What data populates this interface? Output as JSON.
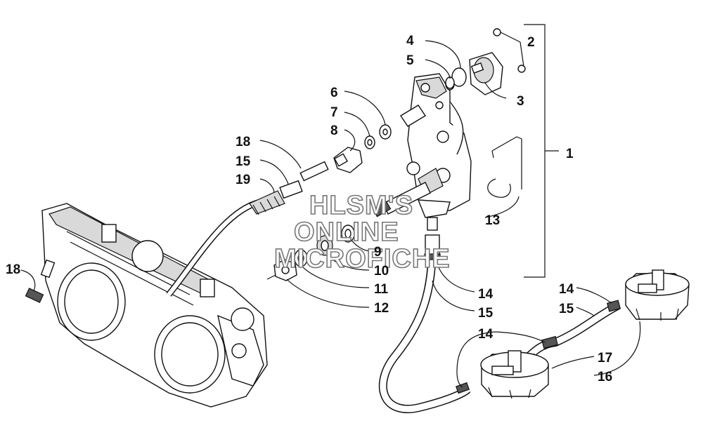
{
  "diagram": {
    "watermark_lines": [
      "HLSM'S",
      "ONLINE",
      "MICROFICHE"
    ],
    "callouts": [
      "1",
      "2",
      "3",
      "4",
      "5",
      "6",
      "7",
      "8",
      "9",
      "10",
      "11",
      "12",
      "13",
      "14",
      "14",
      "14",
      "14",
      "15",
      "15",
      "15",
      "15",
      "16",
      "17",
      "18",
      "18",
      "19"
    ]
  },
  "colors": {
    "line": "#111111",
    "watermark_outline": "#777777"
  }
}
